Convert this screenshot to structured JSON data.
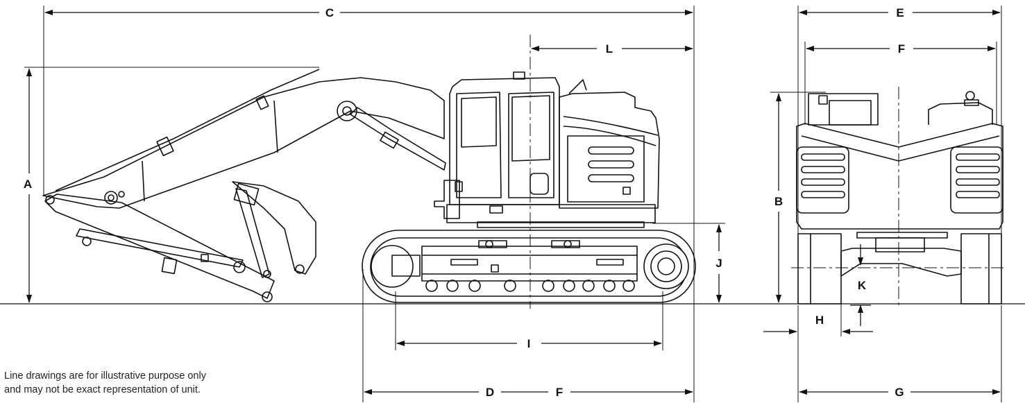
{
  "dimension_labels": {
    "A": "A",
    "B": "B",
    "C": "C",
    "D": "D",
    "E": "E",
    "F_top": "F",
    "F_bottom": "F",
    "G": "G",
    "H": "H",
    "I": "I",
    "J": "J",
    "K": "K",
    "L": "L"
  },
  "note": {
    "line1": "Line drawings are for illustrative purpose only",
    "line2": "and may not be exact representation of unit."
  }
}
